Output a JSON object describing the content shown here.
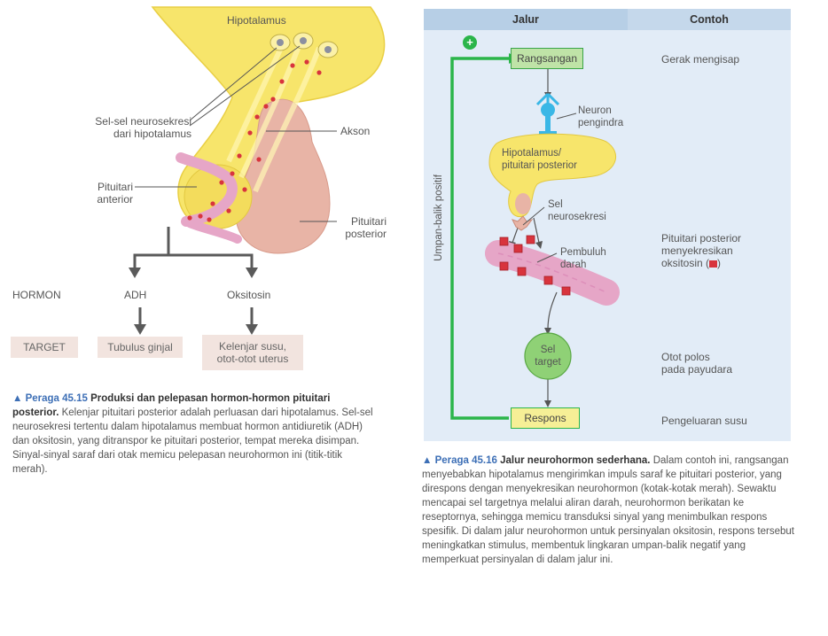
{
  "fig1": {
    "labels": {
      "hypothalamus": "Hipotalamus",
      "neurosecretory_line1": "Sel-sel neurosekresi",
      "neurosecretory_line2": "dari hipotalamus",
      "axon": "Akson",
      "anterior_line1": "Pituitari",
      "anterior_line2": "anterior",
      "posterior_line1": "Pituitari",
      "posterior_line2": "posterior"
    },
    "row_hormone": "HORMON",
    "hormones": [
      "ADH",
      "Oksitosin"
    ],
    "row_target": "TARGET",
    "target_adh": "Tubulus ginjal",
    "target_oxytocin_line1": "Kelenjar susu,",
    "target_oxytocin_line2": "otot-otot uterus",
    "caption": {
      "fig_no": "▲ Peraga 45.15",
      "title": "Produksi dan pelepasan hormon-hormon pituitari posterior.",
      "text": "Kelenjar pituitari posterior adalah perluasan dari hipotalamus. Sel-sel neurosekresi tertentu dalam hipotalamus membuat hormon antidiuretik (ADH) dan oksitosin, yang ditranspor ke pituitari posterior, tempat mereka disimpan. Sinyal-sinyal saraf dari otak memicu pelepasan neurohormon ini (titik-titik merah)."
    }
  },
  "fig2": {
    "header_left": "Jalur",
    "header_right": "Contoh",
    "plus_sign": "+",
    "feedback_label": "Umpan-balik positif",
    "stimulus": "Rangsangan",
    "sensory_line1": "Neuron",
    "sensory_line2": "pengindra",
    "hypo_line1": "Hipotalamus/",
    "hypo_line2": "pituitari posterior",
    "neurosec_line1": "Sel",
    "neurosec_line2": "neurosekresi",
    "vessel_line1": "Pembuluh",
    "vessel_line2": "darah",
    "target_line1": "Sel",
    "target_line2": "target",
    "response": "Respons",
    "ex_stimulus": "Gerak mengisap",
    "ex_secretion_line1": "Pituitari posterior",
    "ex_secretion_line2": "menyekresikan",
    "ex_secretion_line3": "oksitosin (",
    "ex_secretion_end": ")",
    "ex_target_line1": "Otot polos",
    "ex_target_line2": "pada payudara",
    "ex_response": "Pengeluaran susu",
    "caption": {
      "fig_no": "▲ Peraga 45.16",
      "title": "Jalur neurohormon sederhana.",
      "text": "Dalam contoh ini, rangsangan menyebabkan hipotalamus mengirimkan impuls saraf ke pituitari posterior, yang direspons dengan menyekresikan neurohormon (kotak-kotak merah). Sewaktu mencapai sel targetnya melalui aliran darah, neurohormon berikatan ke reseptornya, sehingga memicu transduksi sinyal yang menimbulkan respons spesifik. Di dalam jalur neurohormon untuk persinyalan oksitosin, respons tersebut meningkatkan stimulus, membentuk lingkaran umpan-balik negatif yang memperkuat persinyalan di dalam jalur ini."
    }
  },
  "colors": {
    "yellow": "#f7e56b",
    "salmon": "#e8b4a6",
    "pink": "#e6a6c7",
    "green": "#2bb54a",
    "red": "#d8343d",
    "panel_blue": "#e2ecf7",
    "header_blue": "#b7cfe6",
    "caption_blue": "#3d6fb6"
  }
}
